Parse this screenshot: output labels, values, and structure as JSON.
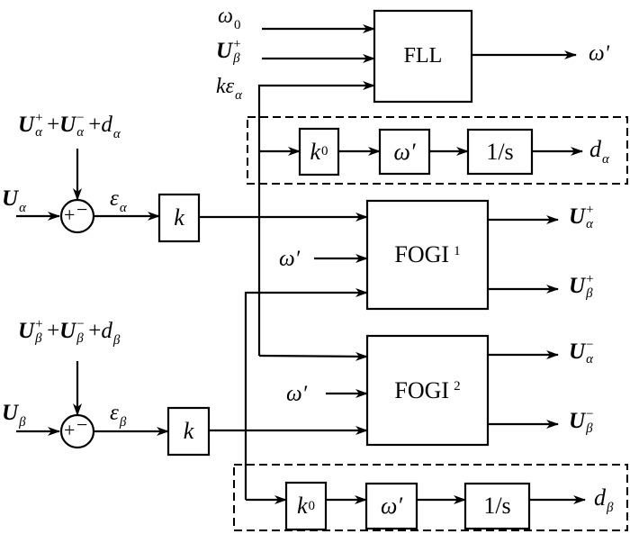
{
  "diagram": {
    "title": "FLL + FOGI positive/negative sequence extraction with DC offset estimation",
    "fll_block": {
      "label": "FLL",
      "inputs": [
        "ω0",
        "Uβ+",
        "kεα"
      ],
      "output": "ω'"
    },
    "fogi1_block": {
      "label": "FOGI",
      "index": "1",
      "inputs": [
        "kεα",
        "ω'",
        "kεβ"
      ],
      "outputs": [
        "Uα+",
        "Uβ+"
      ]
    },
    "fogi2_block": {
      "label": "FOGI",
      "index": "2",
      "inputs": [
        "kεα",
        "ω'",
        "kεβ"
      ],
      "outputs": [
        "Uα−",
        "Uβ−"
      ]
    },
    "alpha_path": {
      "input": {
        "base": "U",
        "sub": "α"
      },
      "feedback": "Uα+ + Uα− + dα",
      "error": {
        "base": "ε",
        "sub": "α"
      },
      "gain": "k",
      "summer_signs": {
        "plus": "+",
        "minus": "−"
      }
    },
    "beta_path": {
      "input": {
        "base": "U",
        "sub": "β"
      },
      "feedback": "Uβ+ + Uβ− + dβ",
      "error": {
        "base": "ε",
        "sub": "β"
      },
      "gain": "k",
      "summer_signs": {
        "plus": "+",
        "minus": "−"
      }
    },
    "dc_alpha": {
      "blocks": [
        "k0",
        "ω'",
        "1/s"
      ],
      "output": "dα"
    },
    "dc_beta": {
      "blocks": [
        "k0",
        "ω'",
        "1/s"
      ],
      "output": "dβ"
    },
    "text": {
      "omega": "ω",
      "sub0": "0",
      "U": "U",
      "plus": "+",
      "minus": "−",
      "alpha": "α",
      "beta": "β",
      "d": "d",
      "k": "k",
      "eps": "ε",
      "omega_prime": "ω′",
      "FLL": "FLL",
      "FOGI": "FOGI",
      "one": "1",
      "two": "2",
      "k0_base": "k",
      "one_over_s": "1/s",
      "plus_op": "+"
    }
  }
}
